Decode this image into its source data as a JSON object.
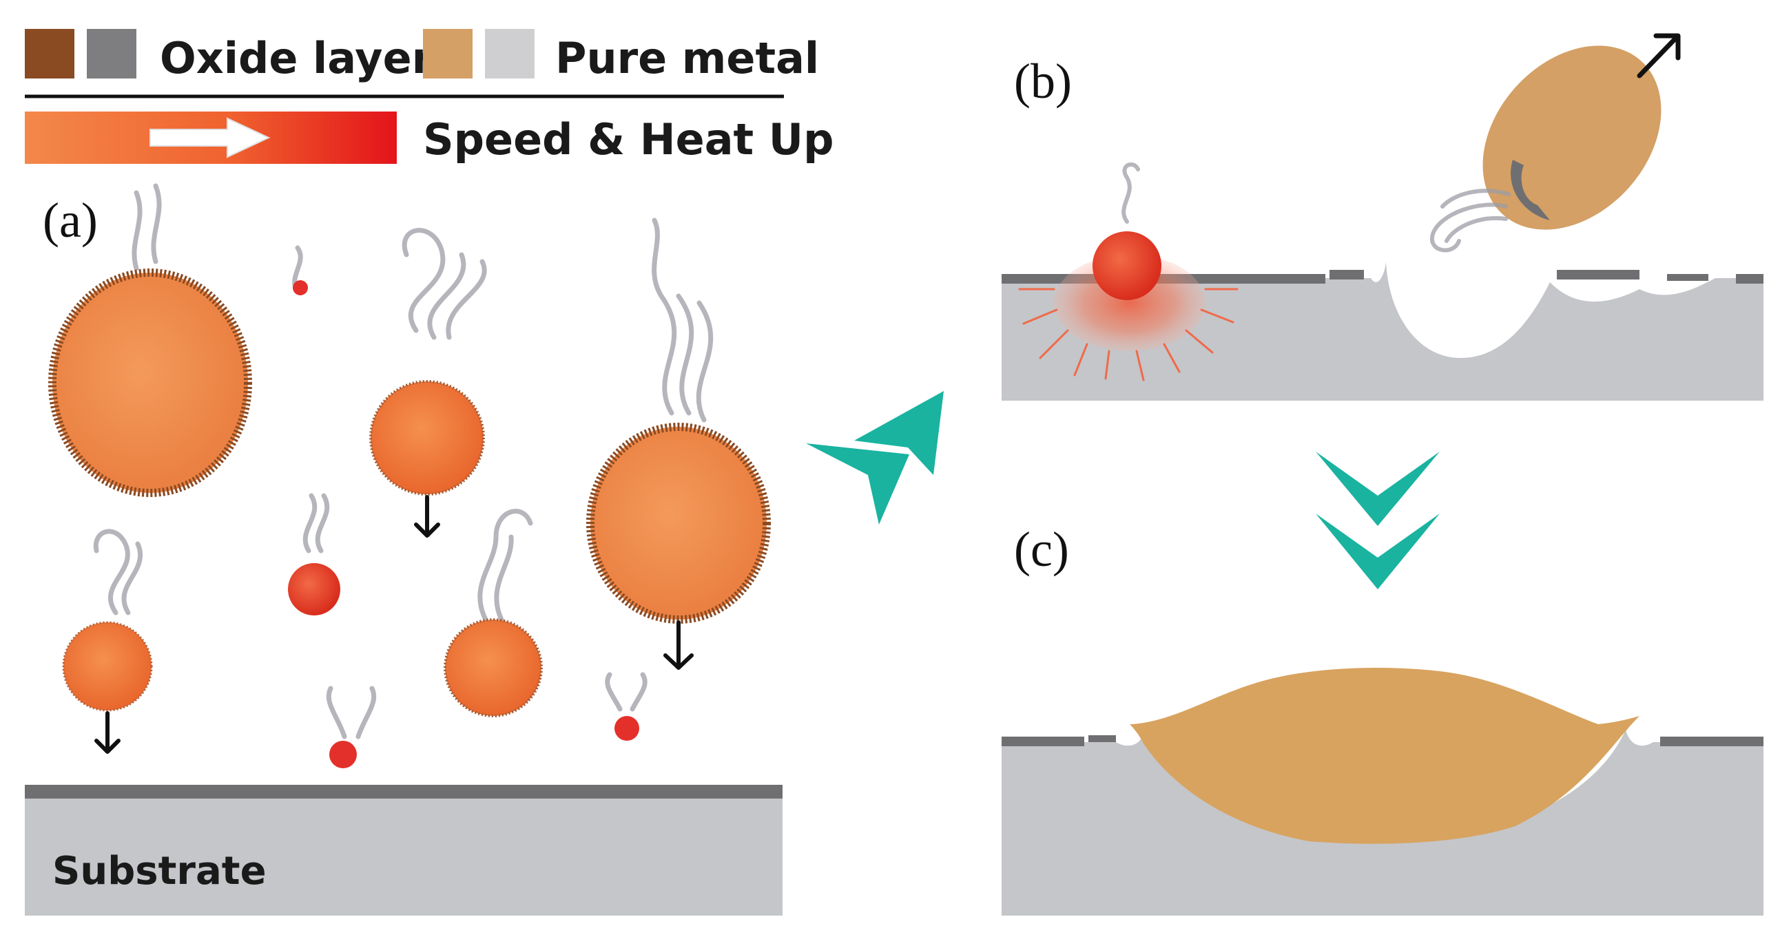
{
  "legend": {
    "oxide_label": "Oxide layer",
    "metal_label": "Pure metal",
    "speed_label": "Speed & Heat Up"
  },
  "panels": {
    "a_label": "(a)",
    "b_label": "(b)",
    "c_label": "(c)",
    "substrate_label": "Substrate"
  },
  "colors": {
    "oxide_brown": "#8a4a22",
    "oxide_gray": "#7e7e80",
    "pure_metal_tan": "#d4a065",
    "pure_metal_gray": "#cfcfd1",
    "particle_orange": "#ee7a3c",
    "particle_red": "#e8452a",
    "splat_tan": "#d8a35f",
    "substrate_gray": "#c4c6c9",
    "arrow_teal": "#19b3a0"
  },
  "icons": {
    "steam": "steam-icon",
    "down_arrow": "down-arrow-icon",
    "chevron": "chevron-icon"
  }
}
